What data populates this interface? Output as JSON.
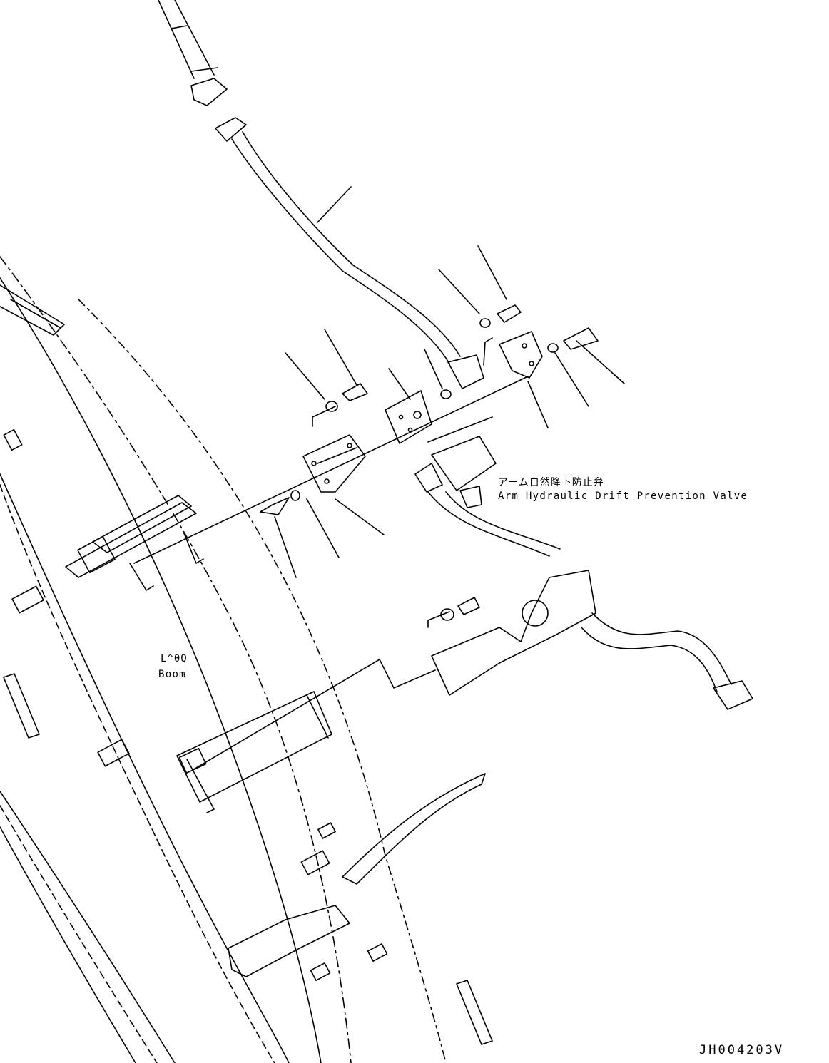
{
  "labels": {
    "valve_jp": "アーム自然降下防止弁",
    "valve_en": "Arm Hydraulic Drift Prevention Valve",
    "boom_jp": "L^0Q",
    "boom_en": "Boom",
    "drawing_code": "JH004203V"
  },
  "colors": {
    "line": "#000000",
    "background": "#ffffff"
  }
}
